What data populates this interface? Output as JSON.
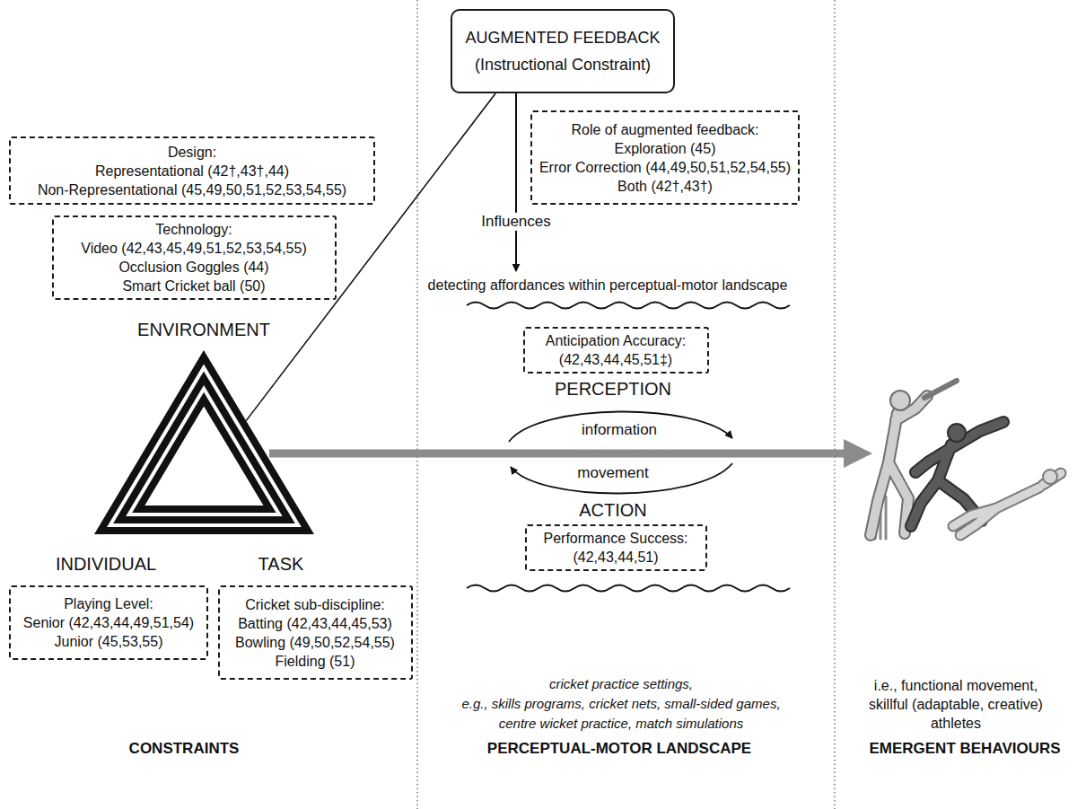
{
  "diagram": {
    "nodes": [
      {
        "text": [
          "AUGMENTED FEEDBACK",
          "(Instructional Constraint)"
        ]
      },
      {
        "text": [
          "Design:",
          "Representational (42†,43†,44)",
          "Non-Representational (45,49,50,51,52,53,54,55)"
        ]
      },
      {
        "text": [
          "Technology:",
          "Video (42,43,45,49,51,52,53,54,55)",
          "Occlusion Goggles (44)",
          "Smart Cricket ball (50)"
        ]
      },
      {
        "text": [
          "Role of augmented feedback:",
          "Exploration (45)",
          "Error Correction (44,49,50,51,52,54,55)",
          "Both (42†,43†)"
        ]
      },
      {
        "text": [
          "ENVIRONMENT",
          "INDIVIDUAL",
          "TASK"
        ]
      },
      {
        "text": [
          "Anticipation Accuracy:",
          "(42,43,44,45,51‡)"
        ]
      },
      {
        "text": [
          "Performance Success:",
          "(42,43,44,51)"
        ]
      },
      {
        "text": [
          "Playing Level:",
          "Senior (42,43,44,49,51,54)",
          "Junior (45,53,55)"
        ]
      },
      {
        "text": [
          "Cricket sub-discipline:",
          "Batting (42,43,44,45,53)",
          "Bowling (49,50,52,54,55)",
          "Fielding (51)"
        ]
      }
    ],
    "edges": [
      {
        "from": 0,
        "to": 4,
        "arrow": "none"
      }
    ],
    "labels": [
      "Influences",
      "detecting affordances within perceptual-motor landscape",
      "PERCEPTION",
      "information",
      "movement",
      "ACTION",
      "cricket practice settings,",
      "e.g., skills programs, cricket nets, small-sided games,",
      "centre wicket practice, match simulations",
      "i.e., functional movement, skillful (adaptable, creative) athletes",
      "CONSTRAINTS",
      "PERCEPTUAL-MOTOR LANDSCAPE",
      "EMERGENT BEHAVIOURS"
    ]
  }
}
